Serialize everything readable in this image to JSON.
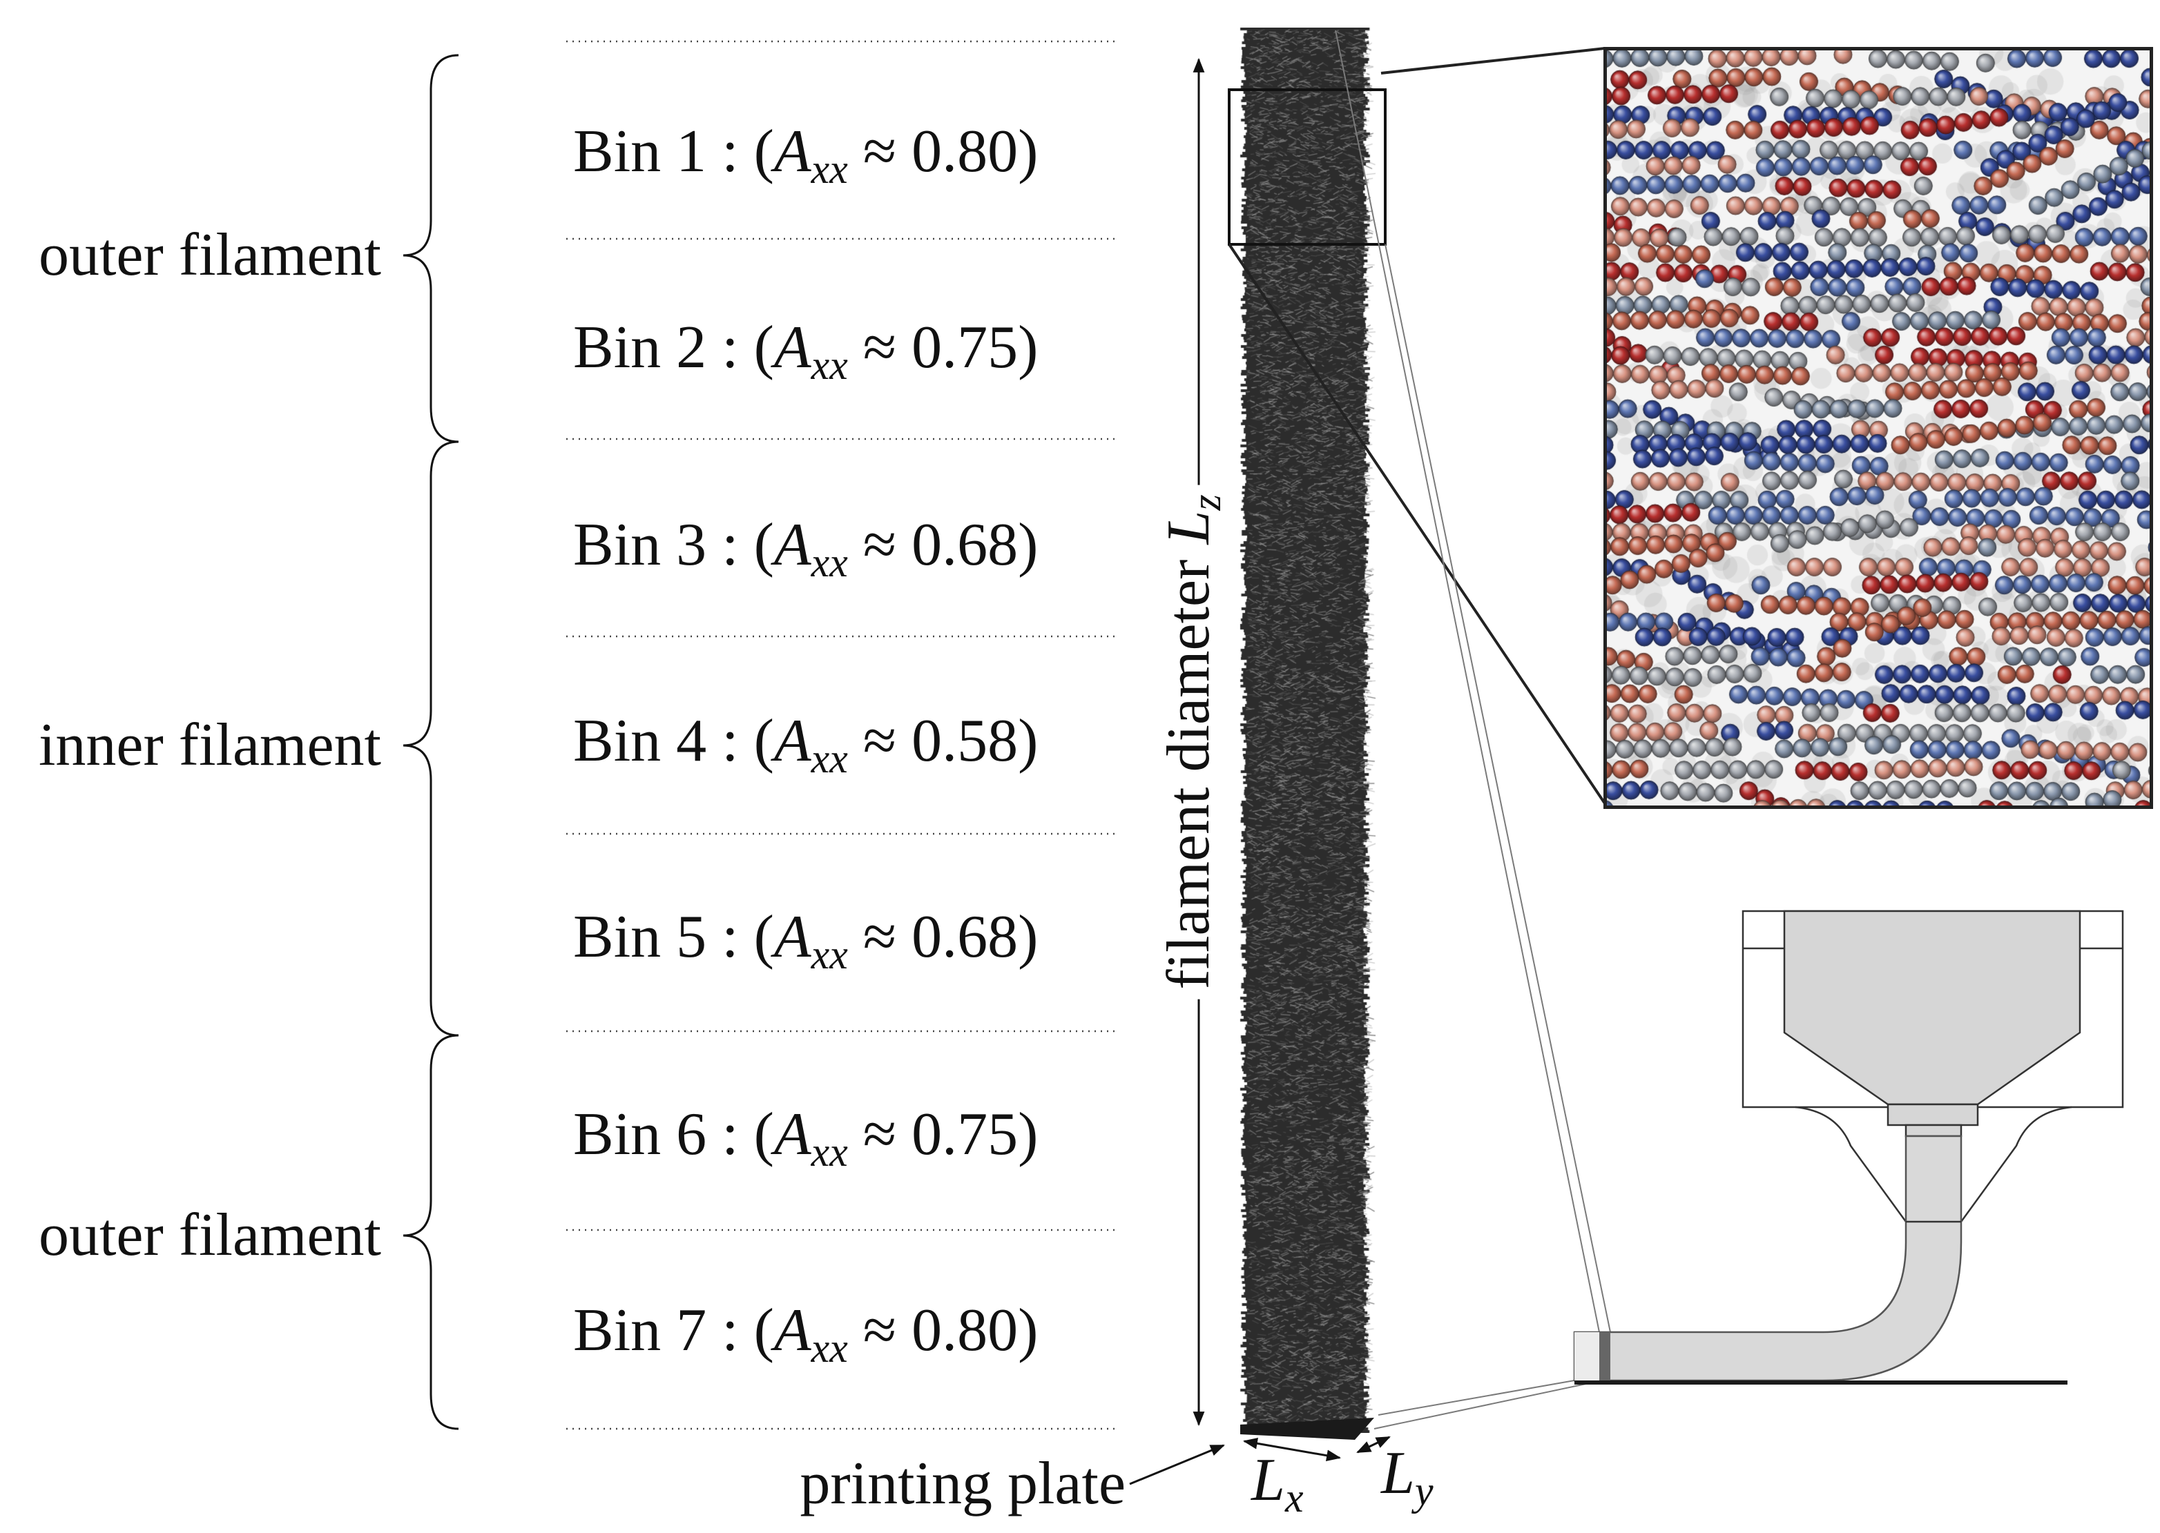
{
  "bins": [
    {
      "prefix": "Bin 1 : (",
      "var": "A",
      "sub": "xx",
      "suffix": " ≈ 0.80)"
    },
    {
      "prefix": "Bin 2 : (",
      "var": "A",
      "sub": "xx",
      "suffix": " ≈ 0.75)"
    },
    {
      "prefix": "Bin 3 : (",
      "var": "A",
      "sub": "xx",
      "suffix": " ≈ 0.68)"
    },
    {
      "prefix": "Bin 4 : (",
      "var": "A",
      "sub": "xx",
      "suffix": " ≈ 0.58)"
    },
    {
      "prefix": "Bin 5 : (",
      "var": "A",
      "sub": "xx",
      "suffix": " ≈ 0.68)"
    },
    {
      "prefix": "Bin 6 : (",
      "var": "A",
      "sub": "xx",
      "suffix": " ≈ 0.75)"
    },
    {
      "prefix": "Bin 7 : (",
      "var": "A",
      "sub": "xx",
      "suffix": " ≈ 0.80)"
    }
  ],
  "regions": [
    "outer filament",
    "inner filament",
    "outer filament"
  ],
  "axis_label": {
    "text": "filament diameter ",
    "var": "L",
    "sub": "z"
  },
  "plate_label": "printing plate",
  "lx": {
    "var": "L",
    "sub": "x"
  },
  "ly": {
    "var": "L",
    "sub": "y"
  },
  "colors": {
    "filament": "#2c2c2c",
    "nozzle_fill": "#d6d6d6",
    "particles": [
      "#b8302f",
      "#c66b55",
      "#d89382",
      "#3a4fa0",
      "#5e77b4",
      "#8a98ad",
      "#a5a9b0"
    ]
  }
}
